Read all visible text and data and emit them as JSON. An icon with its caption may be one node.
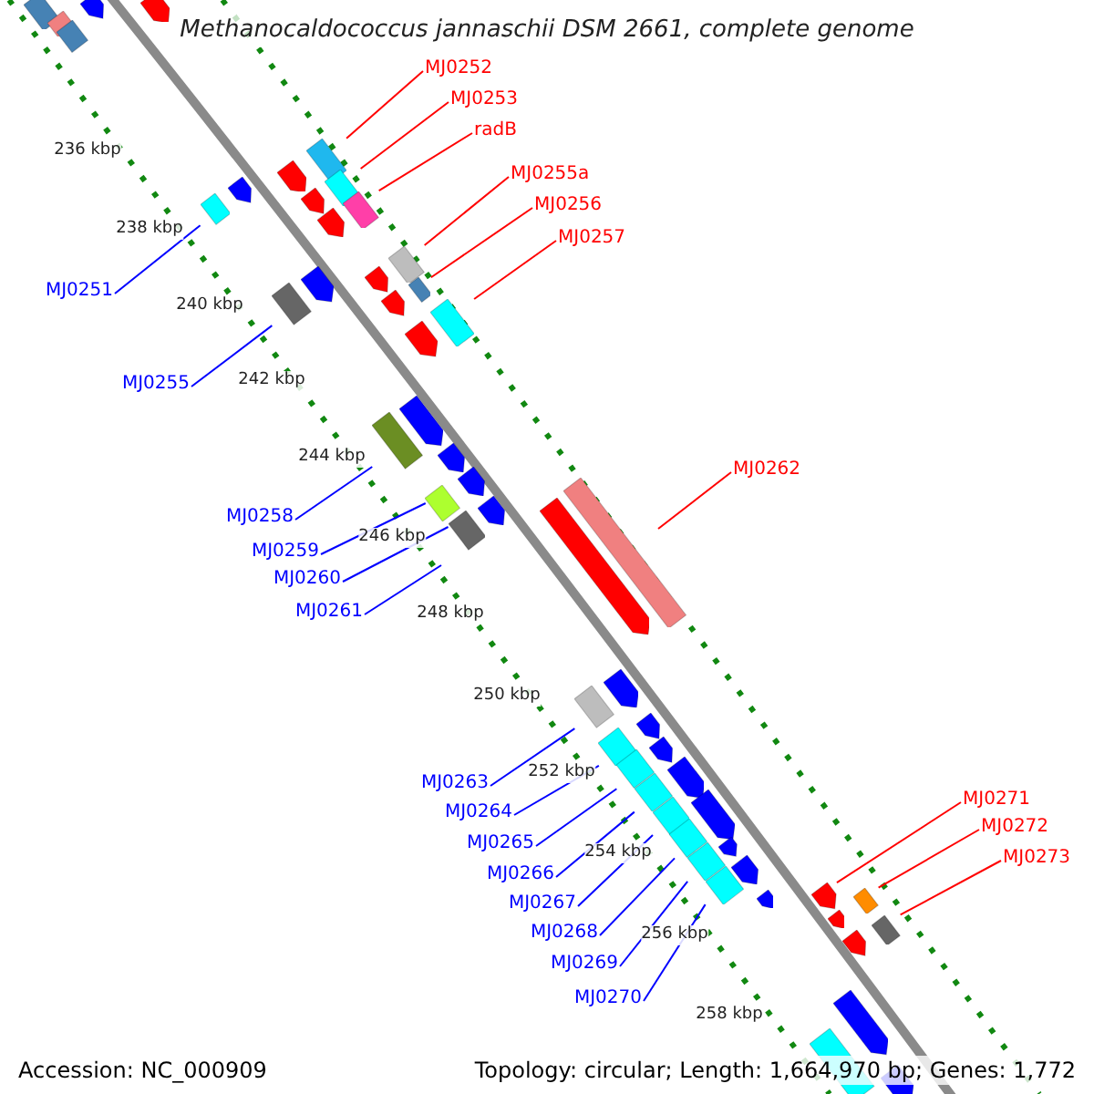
{
  "diagram": {
    "title": "Methanocaldococcus jannaschii DSM 2661, complete genome",
    "nodes": [
      {
        "text": [
          "MJ0252"
        ]
      },
      {
        "text": [
          "MJ0253"
        ]
      },
      {
        "text": [
          "radB"
        ]
      },
      {
        "text": [
          "MJ0255a"
        ]
      },
      {
        "text": [
          "MJ0256"
        ]
      },
      {
        "text": [
          "MJ0257"
        ]
      },
      {
        "text": [
          "MJ0251"
        ]
      },
      {
        "text": [
          "MJ0255"
        ]
      },
      {
        "text": [
          "MJ0258"
        ]
      },
      {
        "text": [
          "MJ0259"
        ]
      },
      {
        "text": [
          "MJ0260"
        ]
      },
      {
        "text": [
          "MJ0261"
        ]
      },
      {
        "text": [
          "MJ0262"
        ]
      },
      {
        "text": [
          "MJ0263"
        ]
      },
      {
        "text": [
          "MJ0264"
        ]
      },
      {
        "text": [
          "MJ0265"
        ]
      },
      {
        "text": [
          "MJ0266"
        ]
      },
      {
        "text": [
          "MJ0267"
        ]
      },
      {
        "text": [
          "MJ0268"
        ]
      },
      {
        "text": [
          "MJ0269"
        ]
      },
      {
        "text": [
          "MJ0270"
        ]
      },
      {
        "text": [
          "MJ0271"
        ]
      },
      {
        "text": [
          "MJ0272"
        ]
      },
      {
        "text": [
          "MJ0273"
        ]
      },
      {
        "text": [],
        "shape": "bar"
      },
      {
        "text": [],
        "shape": "bar"
      },
      {
        "text": [],
        "shape": "bar"
      },
      {
        "text": [],
        "shape": "bar"
      },
      {
        "text": [],
        "shape": "bar"
      },
      {
        "text": [],
        "shape": "bar"
      },
      {
        "text": [],
        "shape": "bar"
      },
      {
        "text": [],
        "shape": "bar"
      },
      {
        "text": [],
        "shape": "bar"
      },
      {
        "text": [],
        "shape": "bar"
      },
      {
        "text": [],
        "shape": "bar"
      },
      {
        "text": [],
        "shape": "bar"
      },
      {
        "text": [],
        "shape": "bar"
      },
      {
        "text": [],
        "shape": "bar"
      },
      {
        "text": [],
        "shape": "bar"
      },
      {
        "text": [],
        "shape": "bar"
      },
      {
        "text": [],
        "shape": "bar"
      },
      {
        "text": [],
        "shape": "bar"
      },
      {
        "text": [],
        "shape": "bar"
      },
      {
        "text": [],
        "shape": "bar"
      },
      {
        "text": [],
        "shape": "bar"
      },
      {
        "text": [],
        "shape": "bar"
      },
      {
        "text": [],
        "shape": "bar"
      },
      {
        "text": [],
        "shape": "bar"
      },
      {
        "text": [],
        "shape": "bar"
      },
      {
        "text": [],
        "shape": "bar"
      },
      {
        "text": [],
        "shape": "bar"
      },
      {
        "text": [],
        "shape": "bar"
      },
      {
        "text": [],
        "shape": "bar"
      },
      {
        "text": [],
        "shape": "bar"
      },
      {
        "text": [],
        "shape": "bar"
      },
      {
        "text": [],
        "shape": "bar"
      },
      {
        "text": [],
        "shape": "bar"
      },
      {
        "text": [],
        "shape": "bar"
      },
      {
        "text": [],
        "shape": "bar"
      },
      {
        "text": [],
        "shape": "bar"
      },
      {
        "text": [],
        "shape": "bar"
      },
      {
        "text": [],
        "shape": "bar"
      },
      {
        "text": [],
        "shape": "bar"
      },
      {
        "text": [],
        "shape": "bar"
      },
      {
        "text": [],
        "shape": "bar"
      },
      {
        "text": [],
        "shape": "bar"
      },
      {
        "text": [],
        "shape": "bar"
      },
      {
        "text": [],
        "shape": "bar"
      },
      {
        "text": [],
        "shape": "bar"
      },
      {
        "text": [],
        "shape": "bar"
      },
      {
        "text": [],
        "shape": "bar"
      },
      {
        "text": [],
        "shape": "bar"
      },
      {
        "text": [],
        "shape": "bar"
      },
      {
        "text": [],
        "shape": "bar"
      },
      {
        "text": [],
        "shape": "bar"
      },
      {
        "text": [],
        "shape": "bar"
      },
      {
        "text": [],
        "shape": "bar"
      },
      {
        "text": [],
        "shape": "bar"
      }
    ],
    "edges": [
      {
        "from": 0,
        "to": 24,
        "arrow": "none",
        "color": "#ff0000"
      },
      {
        "from": 1,
        "to": 25,
        "arrow": "none",
        "color": "#ff0000"
      },
      {
        "from": 2,
        "to": 26,
        "arrow": "none",
        "color": "#ff0000"
      },
      {
        "from": 3,
        "to": 27,
        "arrow": "none",
        "color": "#ff0000"
      },
      {
        "from": 4,
        "to": 28,
        "arrow": "none",
        "color": "#ff0000"
      },
      {
        "from": 5,
        "to": 29,
        "arrow": "none",
        "color": "#ff0000"
      },
      {
        "from": 6,
        "to": 30,
        "arrow": "none"
      },
      {
        "from": 7,
        "to": 31,
        "arrow": "none"
      },
      {
        "from": 8,
        "to": 32,
        "arrow": "none"
      },
      {
        "from": 9,
        "to": 33,
        "arrow": "none"
      },
      {
        "from": 10,
        "to": 34,
        "arrow": "none"
      },
      {
        "from": 11,
        "to": null,
        "arrow": "none"
      },
      {
        "from": 12,
        "to": 35,
        "arrow": "none",
        "color": "#ff0000"
      },
      {
        "from": 13,
        "to": 36,
        "arrow": "none"
      },
      {
        "from": 14,
        "to": 37,
        "arrow": "none"
      },
      {
        "from": 15,
        "to": 38,
        "arrow": "none"
      },
      {
        "from": 16,
        "to": 39,
        "arrow": "none"
      },
      {
        "from": 17,
        "to": 40,
        "arrow": "none"
      },
      {
        "from": 18,
        "to": 41,
        "arrow": "none"
      },
      {
        "from": 19,
        "to": 42,
        "arrow": "none"
      },
      {
        "from": 20,
        "to": 43,
        "arrow": "none"
      },
      {
        "from": 21,
        "to": 44,
        "arrow": "none",
        "color": "#ff0000"
      },
      {
        "from": 22,
        "to": 45,
        "arrow": "none",
        "color": "#ff0000"
      },
      {
        "from": 23,
        "to": 46,
        "arrow": "none",
        "color": "#ff0000"
      }
    ],
    "labels": [
      "236 kbp",
      "238 kbp",
      "240 kbp",
      "242 kbp",
      "244 kbp",
      "246 kbp",
      "248 kbp",
      "250 kbp",
      "252 kbp",
      "254 kbp",
      "256 kbp",
      "258 kbp",
      "Accession: NC_000909",
      "Topology: circular; Length: 1,664,970 bp; Genes: 1,772"
    ]
  }
}
